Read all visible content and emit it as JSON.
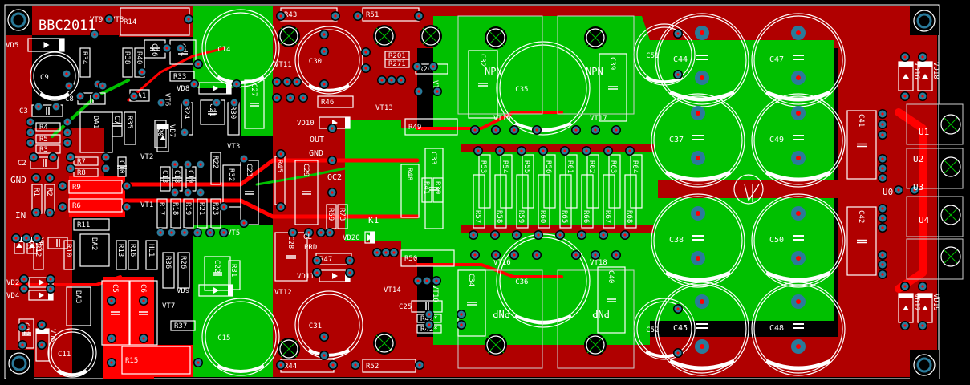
{
  "board": {
    "title": "BBC2011",
    "colors": {
      "background": "#000000",
      "copper_dark": "#b00000",
      "copper_bright": "#ff0000",
      "ground_plane": "#00c000",
      "pad": "#2a7a9a",
      "drill": "#ff0000",
      "silkscreen": "#ffffff"
    },
    "labels": {
      "gnd_left": "GND",
      "in_left": "IN",
      "out": "OUT",
      "gnd_mid": "GND",
      "oc2": "OC2",
      "cl": "CL",
      "prd": "PRD",
      "k1": "K1",
      "u0": "U0",
      "u1": "U1",
      "u2": "U2",
      "u3": "U3",
      "u4": "U4",
      "npn1": "NPN",
      "npn2": "NPN",
      "pnp1": "PNP",
      "pnp2": "PNP"
    },
    "resistors": [
      {
        "ref": "R14"
      },
      {
        "ref": "R43"
      },
      {
        "ref": "R51"
      },
      {
        "ref": "R46"
      },
      {
        "ref": "R49"
      },
      {
        "ref": "R33"
      },
      {
        "ref": "R34"
      },
      {
        "ref": "R38"
      },
      {
        "ref": "R40"
      },
      {
        "ref": "R24"
      },
      {
        "ref": "R30"
      },
      {
        "ref": "R35"
      },
      {
        "ref": "R20"
      },
      {
        "ref": "R4"
      },
      {
        "ref": "R5"
      },
      {
        "ref": "R3"
      },
      {
        "ref": "R7"
      },
      {
        "ref": "R8"
      },
      {
        "ref": "R9"
      },
      {
        "ref": "R6"
      },
      {
        "ref": "R11"
      },
      {
        "ref": "R1"
      },
      {
        "ref": "R2"
      },
      {
        "ref": "R22"
      },
      {
        "ref": "R32"
      },
      {
        "ref": "R17"
      },
      {
        "ref": "R18"
      },
      {
        "ref": "R19"
      },
      {
        "ref": "R21"
      },
      {
        "ref": "R23"
      },
      {
        "ref": "R45"
      },
      {
        "ref": "R12"
      },
      {
        "ref": "R10"
      },
      {
        "ref": "R13"
      },
      {
        "ref": "R16"
      },
      {
        "ref": "R36"
      },
      {
        "ref": "R26"
      },
      {
        "ref": "R31"
      },
      {
        "ref": "R37"
      },
      {
        "ref": "R15"
      },
      {
        "ref": "R44"
      },
      {
        "ref": "R52"
      },
      {
        "ref": "R47"
      },
      {
        "ref": "R50"
      },
      {
        "ref": "R48"
      },
      {
        "ref": "R41"
      },
      {
        "ref": "R39"
      },
      {
        "ref": "R69"
      },
      {
        "ref": "R73"
      },
      {
        "ref": "R29"
      },
      {
        "ref": "R201"
      },
      {
        "ref": "R271"
      },
      {
        "ref": "R42*"
      },
      {
        "ref": "R42*"
      },
      {
        "ref": "R53"
      },
      {
        "ref": "R54"
      },
      {
        "ref": "R55"
      },
      {
        "ref": "R56"
      },
      {
        "ref": "R61"
      },
      {
        "ref": "R62"
      },
      {
        "ref": "R63"
      },
      {
        "ref": "R64"
      },
      {
        "ref": "R57"
      },
      {
        "ref": "R58"
      },
      {
        "ref": "R59"
      },
      {
        "ref": "R60"
      },
      {
        "ref": "R65"
      },
      {
        "ref": "R66"
      },
      {
        "ref": "R67"
      },
      {
        "ref": "R68"
      }
    ],
    "capacitors": [
      "C14",
      "C9",
      "C8",
      "C3",
      "C2",
      "C4",
      "C7",
      "C10",
      "C13",
      "C18",
      "C19",
      "C26",
      "C24",
      "C21",
      "C23",
      "C27",
      "C29",
      "C30",
      "C31",
      "C15",
      "C11",
      "C12",
      "C5",
      "C6",
      "C22",
      "C28",
      "C25",
      "C33",
      "C32",
      "C35",
      "C39",
      "C34",
      "C36",
      "C40",
      "C51",
      "C52",
      "C44",
      "C47",
      "C37",
      "C49",
      "C38",
      "C50",
      "C45",
      "C48",
      "C41",
      "C42"
    ],
    "transistors": [
      "VT9",
      "VT8",
      "VT6",
      "VT2",
      "VT1",
      "VT3",
      "VT5",
      "VT7",
      "VT11",
      "VT13",
      "VT4",
      "VT10",
      "VT12",
      "VT14",
      "VT15",
      "VT17",
      "VT16",
      "VT18"
    ],
    "diodes": [
      "VD5",
      "VD8",
      "VD7",
      "VD1",
      "VD3",
      "VD2",
      "VD4",
      "VD6",
      "VD10",
      "VD11",
      "VD20",
      "VD16",
      "VD18",
      "VD17",
      "VD19",
      "VD12",
      "VD14",
      "VD13",
      "VD15",
      "VD9"
    ],
    "ics": [
      "DA1",
      "DA2",
      "DA3",
      "SA1",
      "HL1"
    ]
  }
}
